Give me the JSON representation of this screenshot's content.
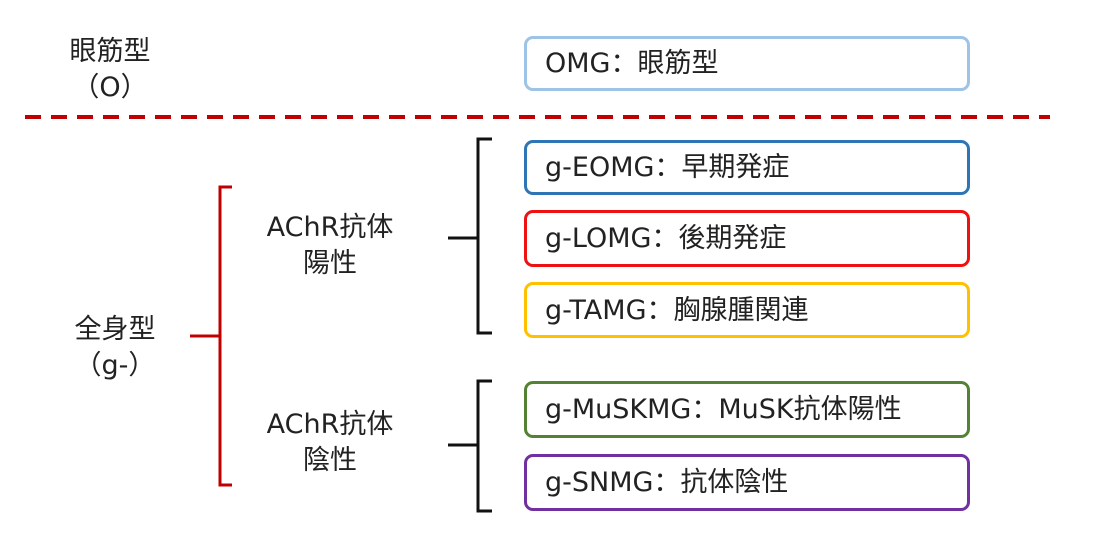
{
  "ocular": {
    "label_line1": "眼筋型",
    "label_line2": "（O）",
    "box": {
      "text": "OMG：眼筋型",
      "color": "#9dc3e6"
    }
  },
  "generalized": {
    "label_line1": "全身型",
    "label_line2": "（g-）",
    "bracket_color": "#c00000",
    "groups": [
      {
        "label_line1": "AChR抗体",
        "label_line2": "陽性",
        "boxes": [
          {
            "text": "g-EOMG：早期発症",
            "color": "#2e75b6"
          },
          {
            "text": "g-LOMG：後期発症",
            "color": "#ee1111"
          },
          {
            "text": "g-TAMG：胸腺腫関連",
            "color": "#ffc000"
          }
        ]
      },
      {
        "label_line1": "AChR抗体",
        "label_line2": "陰性",
        "boxes": [
          {
            "text": "g-MuSKMG：MuSK抗体陽性",
            "color": "#548235"
          },
          {
            "text": "g-SNMG：抗体陰性",
            "color": "#7030a0"
          }
        ]
      }
    ]
  },
  "divider_color": "#c00000"
}
